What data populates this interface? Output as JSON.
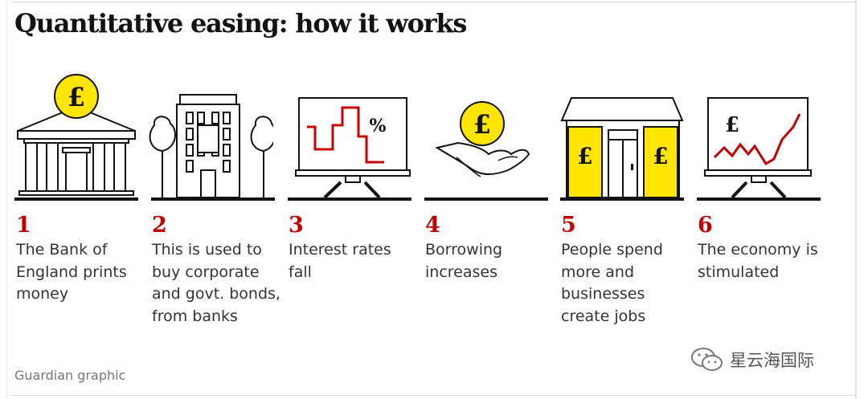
{
  "title": "Quantitative easing: how it works",
  "steps": [
    {
      "number": "1",
      "text": "The Bank of England prints money",
      "icon": "bank-icon"
    },
    {
      "number": "2",
      "text": "This is used to buy corporate and govt. bonds, from banks",
      "icon": "office-building-icon"
    },
    {
      "number": "3",
      "text": "Interest rates fall",
      "icon": "interest-chart-board-icon"
    },
    {
      "number": "4",
      "text": "Borrowing increases",
      "icon": "hand-with-coin-icon"
    },
    {
      "number": "5",
      "text": "People spend more and businesses create jobs",
      "icon": "shop-icon"
    },
    {
      "number": "6",
      "text": "The economy is stimulated",
      "icon": "rising-chart-board-icon"
    }
  ],
  "icon_labels": {
    "pound": "£",
    "percent": "%"
  },
  "credit": "Guardian graphic",
  "watermark": "星云海国际",
  "colors": {
    "accent_red": "#c70000",
    "coin_yellow": "#ffe500",
    "ink": "#121212",
    "text": "#333333",
    "credit": "#767676"
  }
}
